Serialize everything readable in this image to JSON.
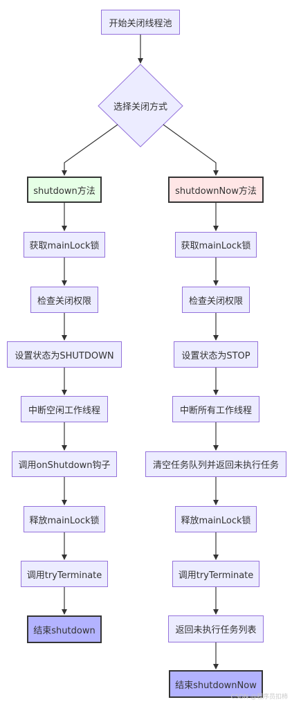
{
  "colors": {
    "default_fill": "#ececff",
    "default_stroke": "#9370db",
    "edge": "#333333",
    "shutdown_fill": "#e6ffe6",
    "shutdown_now_fill": "#ffe6e6",
    "end_fill": "#b3b3ff"
  },
  "nodes": {
    "start": "开始关闭线程池",
    "choose": "选择关闭方式",
    "shutdown": "shutdown方法",
    "shutdown_now": "shutdownNow方法",
    "left": {
      "get_lock": "获取mainLock锁",
      "check_permission": "检查关闭权限",
      "set_state": "设置状态为SHUTDOWN",
      "interrupt": "中断空闲工作线程",
      "hook": "调用onShutdown钩子",
      "release_lock": "释放mainLock锁",
      "try_terminate": "调用tryTerminate",
      "end": "结束shutdown"
    },
    "right": {
      "get_lock": "获取mainLock锁",
      "check_permission": "检查关闭权限",
      "set_state": "设置状态为STOP",
      "interrupt": "中断所有工作线程",
      "drain": "清空任务队列并返回未执行任务",
      "release_lock": "释放mainLock锁",
      "try_terminate": "调用tryTerminate",
      "return_list": "返回未执行任务列表",
      "end": "结束shutdownNow"
    }
  },
  "watermark": "CSDN @程序员扣柿"
}
